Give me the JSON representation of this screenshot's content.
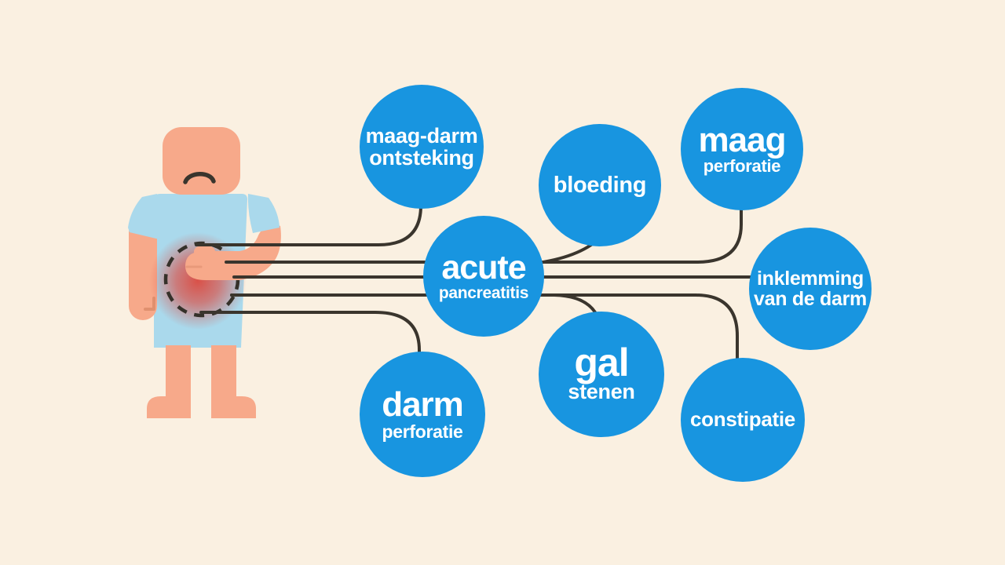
{
  "diagram_subject": "causes related to acute abdominal pain",
  "colors": {
    "background": "#faf0e1",
    "node_blue": "#1895e0",
    "node_text": "#ffffff",
    "connector": "#3a352d",
    "skin": "#f7a98a",
    "gown_blue": "#aad9ec",
    "pain_red": "#dc4a40"
  },
  "nodes": {
    "center": {
      "big": "acute",
      "small": "pancreatitis"
    },
    "maag_darm_ontsteking": {
      "line1": "maag-darm",
      "line2": "ontsteking"
    },
    "bloeding": {
      "label": "bloeding"
    },
    "maag_perforatie": {
      "big": "maag",
      "small": "perforatie"
    },
    "inklemming_van_de_darm": {
      "line1": "inklemming",
      "line2": "van de darm"
    },
    "gal_stenen": {
      "big": "gal",
      "small": "stenen"
    },
    "darm_perforatie": {
      "big": "darm",
      "small": "perforatie"
    },
    "constipatie": {
      "label": "constipatie"
    }
  }
}
